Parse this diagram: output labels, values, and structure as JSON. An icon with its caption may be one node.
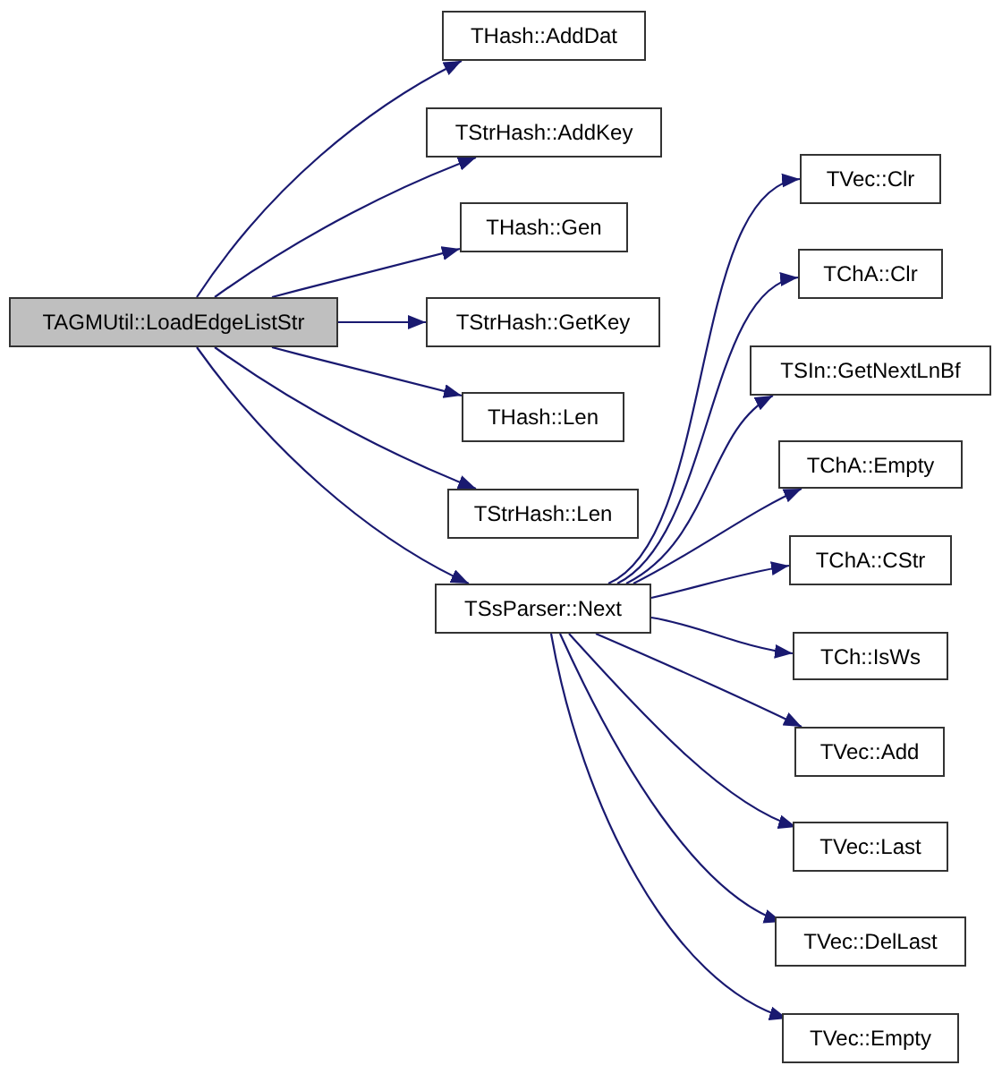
{
  "diagram": {
    "nodes": [
      {
        "text": [
          "TAGMUtil::LoadEdgeListStr"
        ]
      },
      {
        "text": [
          "THash::AddDat"
        ]
      },
      {
        "text": [
          "TStrHash::AddKey"
        ]
      },
      {
        "text": [
          "THash::Gen"
        ]
      },
      {
        "text": [
          "TStrHash::GetKey"
        ]
      },
      {
        "text": [
          "THash::Len"
        ]
      },
      {
        "text": [
          "TStrHash::Len"
        ]
      },
      {
        "text": [
          "TSsParser::Next"
        ]
      },
      {
        "text": [
          "TVec::Clr"
        ]
      },
      {
        "text": [
          "TChA::Clr"
        ]
      },
      {
        "text": [
          "TSIn::GetNextLnBf"
        ]
      },
      {
        "text": [
          "TChA::Empty"
        ]
      },
      {
        "text": [
          "TChA::CStr"
        ]
      },
      {
        "text": [
          "TCh::IsWs"
        ]
      },
      {
        "text": [
          "TVec::Add"
        ]
      },
      {
        "text": [
          "TVec::Last"
        ]
      },
      {
        "text": [
          "TVec::DelLast"
        ]
      },
      {
        "text": [
          "TVec::Empty"
        ]
      }
    ],
    "edges": [
      {
        "from": 0,
        "to": 1,
        "arrow": "to"
      },
      {
        "from": 0,
        "to": 2,
        "arrow": "to"
      },
      {
        "from": 0,
        "to": 3,
        "arrow": "to"
      },
      {
        "from": 0,
        "to": 4,
        "arrow": "to"
      },
      {
        "from": 0,
        "to": 5,
        "arrow": "to"
      },
      {
        "from": 0,
        "to": 6,
        "arrow": "to"
      },
      {
        "from": 0,
        "to": 7,
        "arrow": "to"
      },
      {
        "from": 7,
        "to": 8,
        "arrow": "to"
      },
      {
        "from": 7,
        "to": 9,
        "arrow": "to"
      },
      {
        "from": 7,
        "to": 10,
        "arrow": "to"
      },
      {
        "from": 7,
        "to": 11,
        "arrow": "to"
      },
      {
        "from": 7,
        "to": 12,
        "arrow": "to"
      },
      {
        "from": 7,
        "to": 13,
        "arrow": "to"
      },
      {
        "from": 7,
        "to": 14,
        "arrow": "to"
      },
      {
        "from": 7,
        "to": 15,
        "arrow": "to"
      },
      {
        "from": 7,
        "to": 16,
        "arrow": "to"
      },
      {
        "from": 7,
        "to": 17,
        "arrow": "to"
      }
    ]
  }
}
